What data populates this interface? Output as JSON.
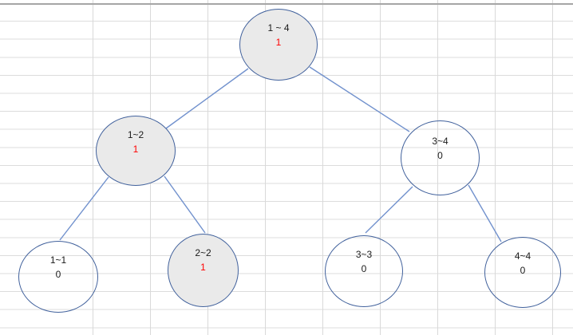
{
  "sheet": {
    "background": "#ffffff",
    "gridline_color": "#d9d9d9",
    "pane_divider_color": "#a6a6a6"
  },
  "tree": {
    "kind": "segment-tree-diagram",
    "node_border_color": "#41619c",
    "edge_color": "#7191cd",
    "filled_node_fill": "#eaeaea",
    "value_highlight_color": "#ff0000",
    "nodes": [
      {
        "id": "1-4",
        "label": "1 ~ 4",
        "value": "1",
        "filled": true,
        "value_red": true
      },
      {
        "id": "1-2",
        "label": "1~2",
        "value": "1",
        "filled": true,
        "value_red": true
      },
      {
        "id": "3-4",
        "label": "3~4",
        "value": "0",
        "filled": false,
        "value_red": false
      },
      {
        "id": "1-1",
        "label": "1~1",
        "value": "0",
        "filled": false,
        "value_red": false
      },
      {
        "id": "2-2",
        "label": "2~2",
        "value": "1",
        "filled": true,
        "value_red": true
      },
      {
        "id": "3-3",
        "label": "3~3",
        "value": "0",
        "filled": false,
        "value_red": false
      },
      {
        "id": "4-4",
        "label": "4~4",
        "value": "0",
        "filled": false,
        "value_red": false
      }
    ],
    "edges": [
      {
        "from": "1-4",
        "to": "1-2"
      },
      {
        "from": "1-4",
        "to": "3-4"
      },
      {
        "from": "1-2",
        "to": "1-1"
      },
      {
        "from": "1-2",
        "to": "2-2"
      },
      {
        "from": "3-4",
        "to": "3-3"
      },
      {
        "from": "3-4",
        "to": "4-4"
      }
    ]
  }
}
